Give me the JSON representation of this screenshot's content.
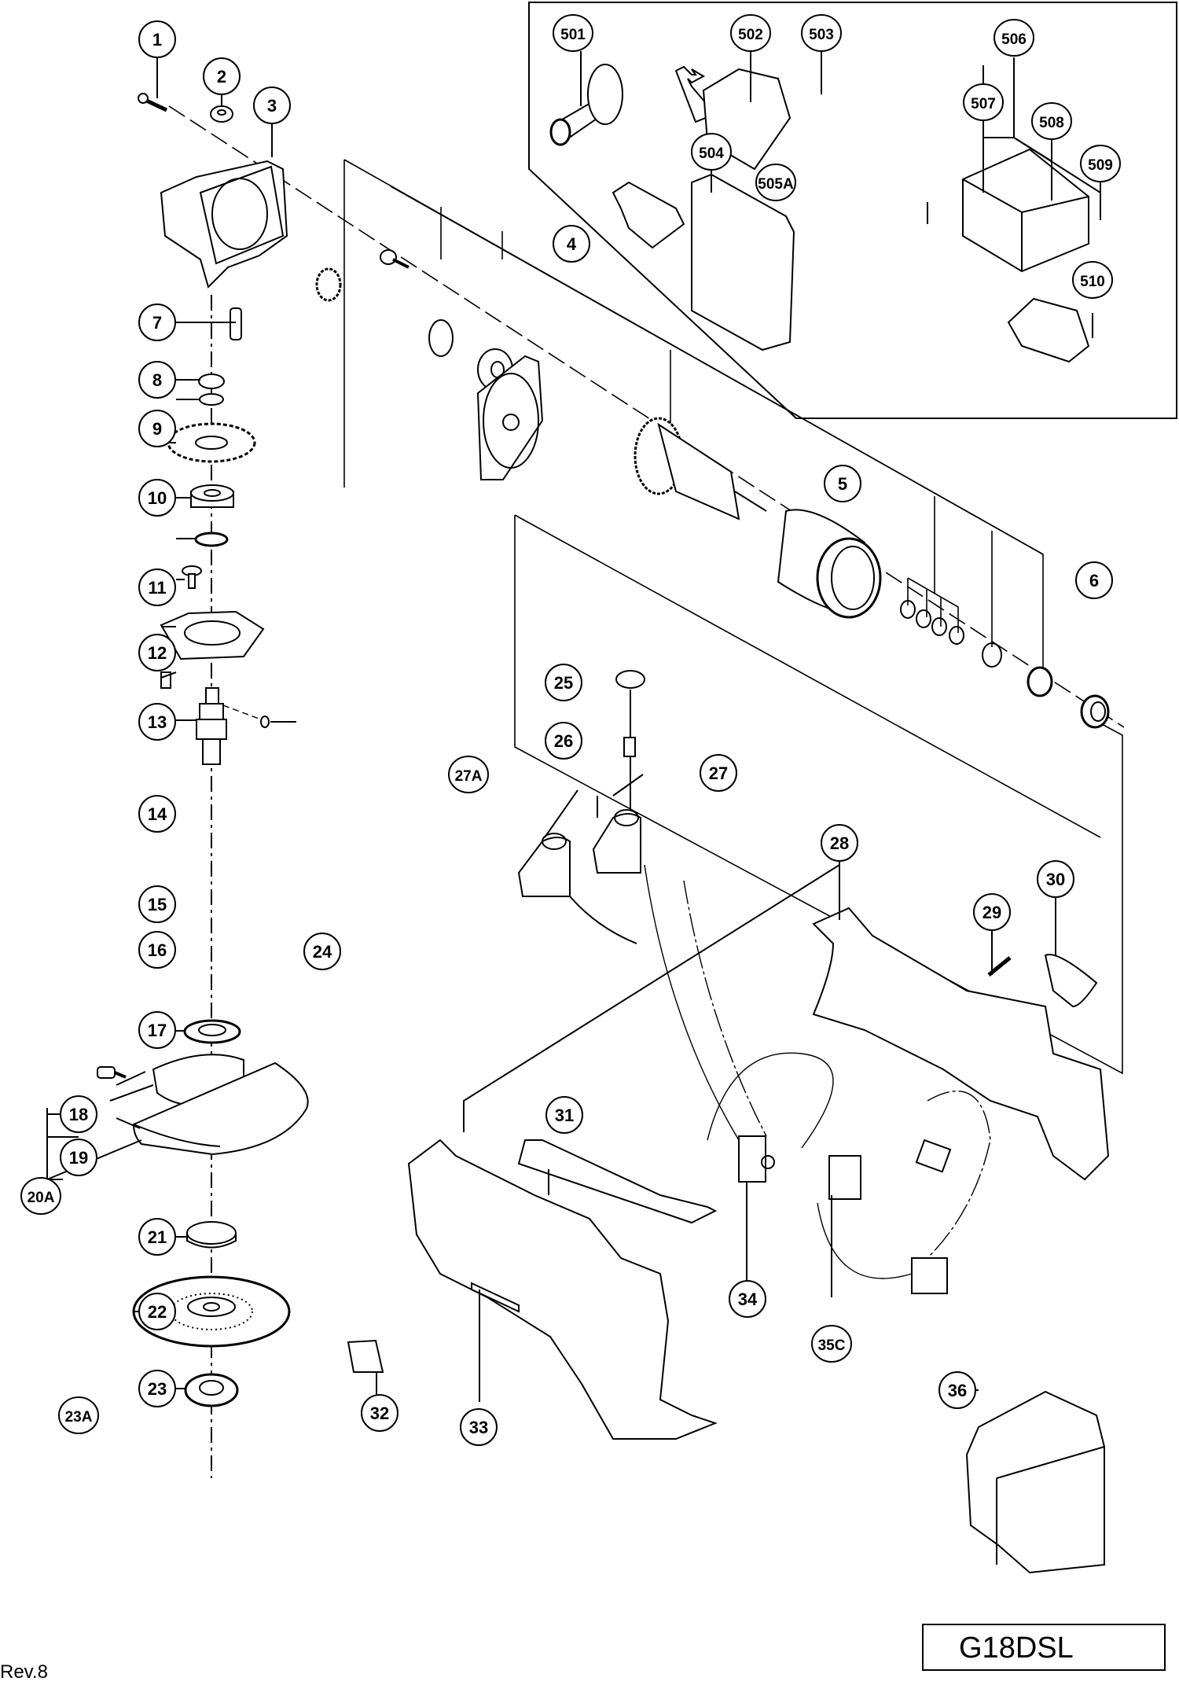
{
  "document": {
    "type": "exploded parts diagram",
    "model": "G18DSL",
    "revision": "Rev.8"
  },
  "colors": {
    "line": "#000000",
    "background": "#ffffff"
  },
  "callouts": [
    {
      "id": "1",
      "label": "1"
    },
    {
      "id": "2",
      "label": "2"
    },
    {
      "id": "3",
      "label": "3"
    },
    {
      "id": "4",
      "label": "4"
    },
    {
      "id": "5",
      "label": "5"
    },
    {
      "id": "6",
      "label": "6"
    },
    {
      "id": "7",
      "label": "7"
    },
    {
      "id": "8",
      "label": "8"
    },
    {
      "id": "9",
      "label": "9"
    },
    {
      "id": "10",
      "label": "10"
    },
    {
      "id": "11",
      "label": "11"
    },
    {
      "id": "12",
      "label": "12"
    },
    {
      "id": "13",
      "label": "13"
    },
    {
      "id": "14",
      "label": "14"
    },
    {
      "id": "15",
      "label": "15"
    },
    {
      "id": "16",
      "label": "16"
    },
    {
      "id": "17",
      "label": "17"
    },
    {
      "id": "18",
      "label": "18"
    },
    {
      "id": "19",
      "label": "19"
    },
    {
      "id": "20A",
      "label": "20A"
    },
    {
      "id": "21",
      "label": "21"
    },
    {
      "id": "22",
      "label": "22"
    },
    {
      "id": "23",
      "label": "23"
    },
    {
      "id": "23A",
      "label": "23A"
    },
    {
      "id": "24",
      "label": "24"
    },
    {
      "id": "25",
      "label": "25"
    },
    {
      "id": "26",
      "label": "26"
    },
    {
      "id": "27",
      "label": "27"
    },
    {
      "id": "27A",
      "label": "27A"
    },
    {
      "id": "28",
      "label": "28"
    },
    {
      "id": "29",
      "label": "29"
    },
    {
      "id": "30",
      "label": "30"
    },
    {
      "id": "31",
      "label": "31"
    },
    {
      "id": "32",
      "label": "32"
    },
    {
      "id": "33",
      "label": "33"
    },
    {
      "id": "34",
      "label": "34"
    },
    {
      "id": "35C",
      "label": "35C"
    },
    {
      "id": "36",
      "label": "36"
    },
    {
      "id": "501",
      "label": "501"
    },
    {
      "id": "502",
      "label": "502"
    },
    {
      "id": "503",
      "label": "503"
    },
    {
      "id": "504",
      "label": "504"
    },
    {
      "id": "505A",
      "label": "505A"
    },
    {
      "id": "506",
      "label": "506"
    },
    {
      "id": "507",
      "label": "507"
    },
    {
      "id": "508",
      "label": "508"
    },
    {
      "id": "509",
      "label": "509"
    },
    {
      "id": "510",
      "label": "510"
    }
  ]
}
